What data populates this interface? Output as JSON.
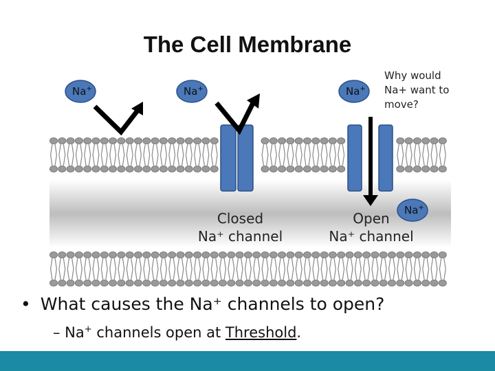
{
  "slide": {
    "title": "The Cell Membrane"
  },
  "ions": {
    "label": "Na",
    "charge": "+"
  },
  "captions": {
    "closed_line1": "Closed",
    "closed_line2": "Na⁺ channel",
    "open_line1": "Open",
    "open_line2": "Na⁺ channel"
  },
  "question": "Why would Na+ want to move?",
  "bullets": {
    "main": "What causes the Na⁺ channels to open?",
    "sub_prefix": "– Na",
    "sub_charge": "+",
    "sub_mid": " channels open at ",
    "sub_underlined": "Threshold",
    "sub_end": "."
  },
  "colors": {
    "ion_fill": "#4a78b8",
    "ion_stroke": "#2a4f86",
    "channel_fill": "#4a78b8",
    "lipid_fill": "#9a9a9a",
    "footer": "#1b8aa3"
  }
}
